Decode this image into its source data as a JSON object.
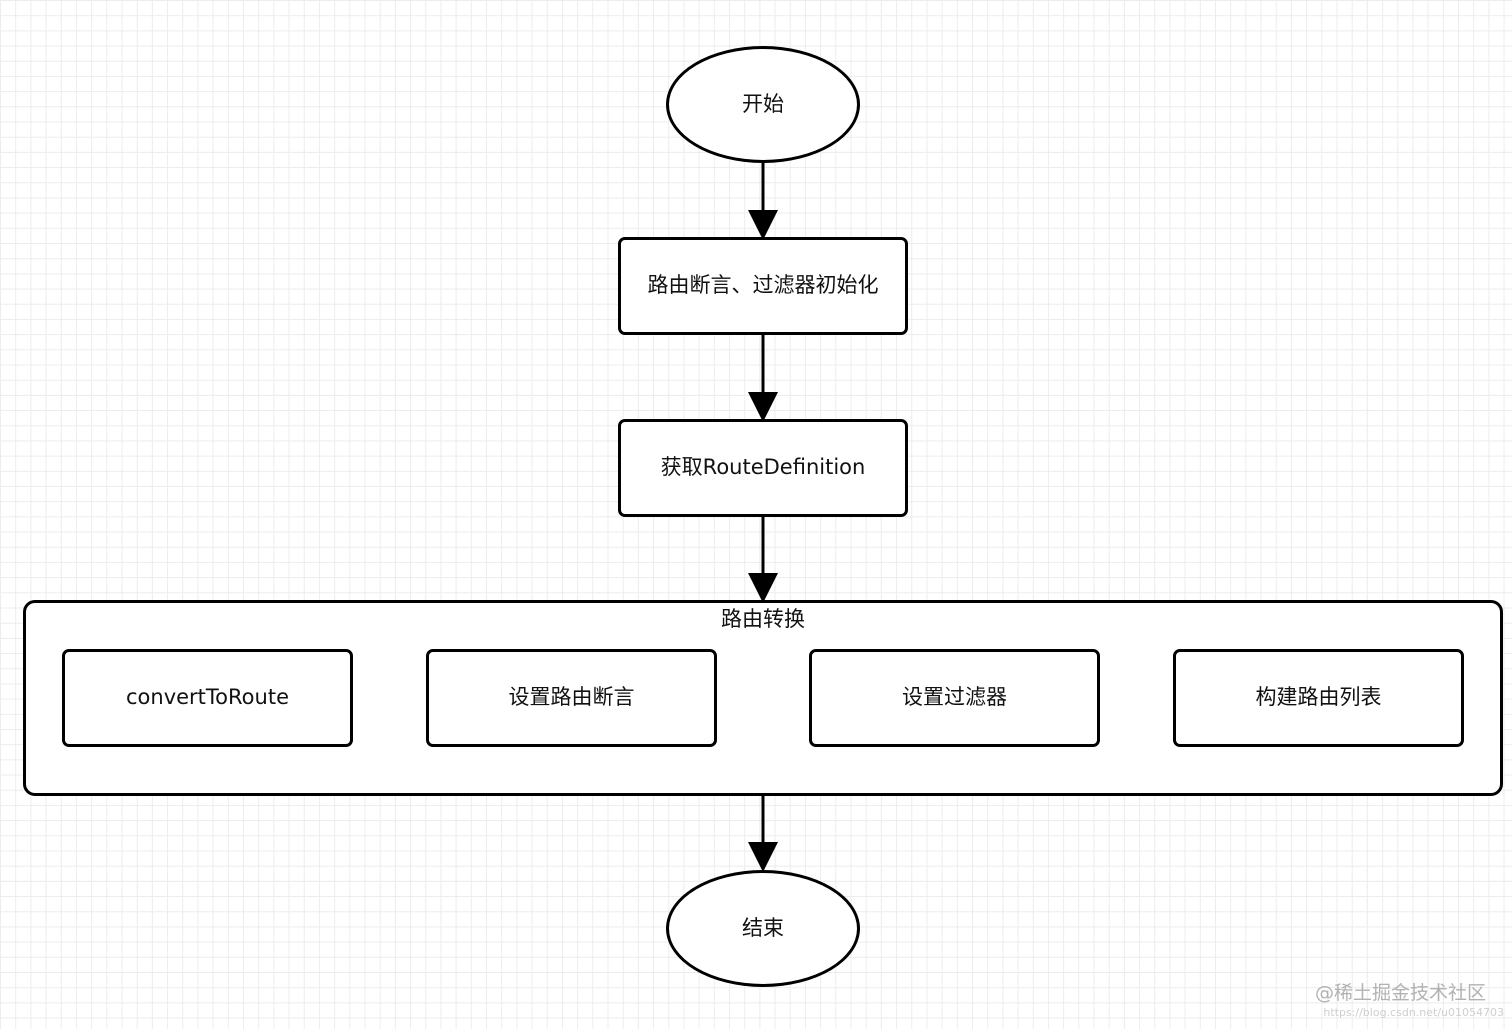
{
  "diagram": {
    "start": "开始",
    "step1": "路由断言、过滤器初始化",
    "step2": "获取RouteDefinition",
    "group": {
      "title": "路由转换",
      "items": [
        "convertToRoute",
        "设置路由断言",
        "设置过滤器",
        "构建路由列表"
      ]
    },
    "end": "结束"
  },
  "watermark": {
    "text": "@稀土掘金技术社区",
    "url": "https://blog.csdn.net/u01054703"
  },
  "colors": {
    "stroke": "#000000",
    "grid": "#ececec",
    "background": "#ffffff"
  }
}
